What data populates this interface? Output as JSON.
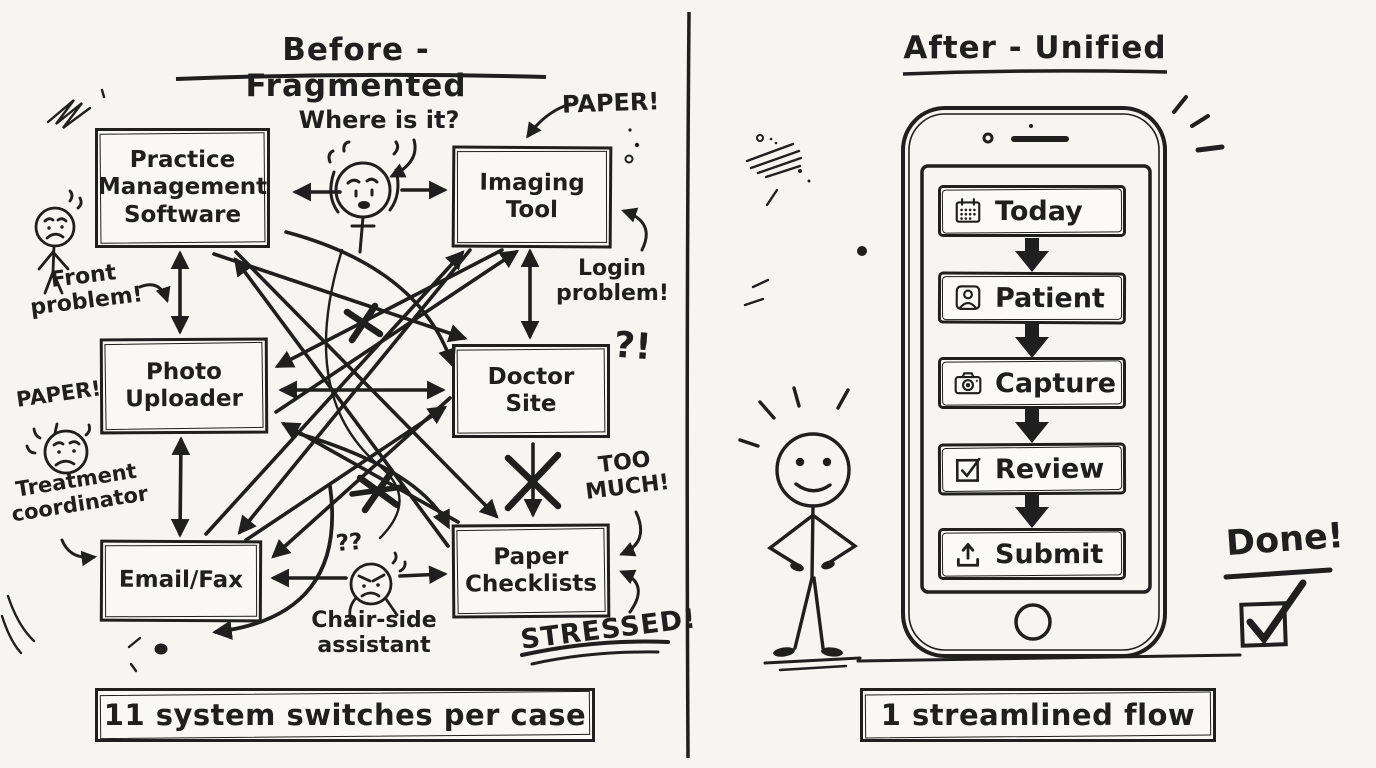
{
  "left_panel": {
    "title": "Before - Fragmented",
    "boxes": [
      {
        "id": "practice-management-software",
        "label": "Practice Management Software"
      },
      {
        "id": "imaging-tool",
        "label": "Imaging Tool"
      },
      {
        "id": "photo-uploader",
        "label": "Photo Uploader"
      },
      {
        "id": "doctor-site",
        "label": "Doctor Site"
      },
      {
        "id": "email-fax",
        "label": "Email/Fax"
      },
      {
        "id": "paper-checklists",
        "label": "Paper Checklists"
      }
    ],
    "annotations": {
      "where_is_it": "Where is it?",
      "paper_top": "PAPER!",
      "front_problem": "Front problem!",
      "login_problem": "Login problem!",
      "interrobang": "?!",
      "paper_left": "PAPER!",
      "treatment_coordinator": "Treatment coordinator",
      "double_question": "??",
      "chair_side_assistant": "Chair-side assistant",
      "too_much": "TOO MUCH!",
      "stressed": "STRESSED!"
    },
    "summary": "11 system switches per case"
  },
  "right_panel": {
    "title": "After - Unified",
    "phone_steps": [
      {
        "label": "Today",
        "icon": "calendar-icon"
      },
      {
        "label": "Patient",
        "icon": "patient-icon"
      },
      {
        "label": "Capture",
        "icon": "camera-icon"
      },
      {
        "label": "Review",
        "icon": "review-check-icon"
      },
      {
        "label": "Submit",
        "icon": "submit-upload-icon"
      }
    ],
    "done": "Done!",
    "summary": "1 streamlined flow"
  },
  "colors": {
    "ink": "#1f1f1f",
    "background": "#f6f5f2"
  }
}
